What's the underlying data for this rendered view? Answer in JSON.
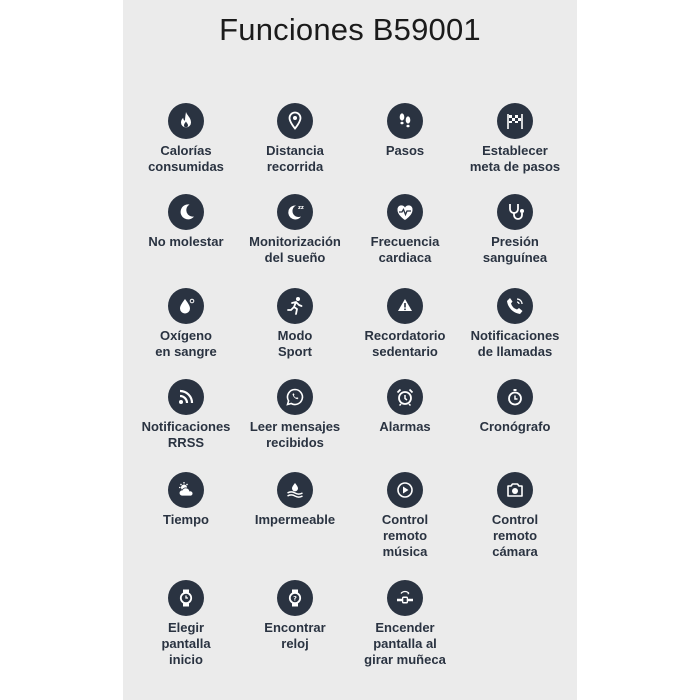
{
  "title": "Funciones B59001",
  "colors": {
    "icon_bg": "#2a3341",
    "text": "#2a3341",
    "panel": "#ebebeb"
  },
  "features": [
    {
      "label": "Calorías\nconsumidas",
      "icon": "flame-icon"
    },
    {
      "label": "Distancia\nrecorrida",
      "icon": "location-pin-icon"
    },
    {
      "label": "Pasos",
      "icon": "footprints-icon"
    },
    {
      "label": "Establecer\nmeta de pasos",
      "icon": "finish-flag-icon"
    },
    {
      "label": "No molestar",
      "icon": "moon-icon"
    },
    {
      "label": "Monitorización\ndel sueño",
      "icon": "sleep-moon-icon"
    },
    {
      "label": "Frecuencia\ncardiaca",
      "icon": "heart-pulse-icon"
    },
    {
      "label": "Presión\nsanguínea",
      "icon": "stethoscope-icon"
    },
    {
      "label": "Oxígeno\nen sangre",
      "icon": "blood-drop-icon"
    },
    {
      "label": "Modo\nSport",
      "icon": "runner-icon"
    },
    {
      "label": "Recordatorio\nsedentario",
      "icon": "sedentary-alert-icon"
    },
    {
      "label": "Notificaciones\nde llamadas",
      "icon": "phone-ringing-icon"
    },
    {
      "label": "Notificaciones\nRRSS",
      "icon": "rss-icon"
    },
    {
      "label": "Leer mensajes\nrecibidos",
      "icon": "whatsapp-icon"
    },
    {
      "label": "Alarmas",
      "icon": "alarm-clock-icon"
    },
    {
      "label": "Cronógrafo",
      "icon": "stopwatch-icon"
    },
    {
      "label": "Tiempo",
      "icon": "weather-icon"
    },
    {
      "label": "Impermeable",
      "icon": "water-wave-icon"
    },
    {
      "label": "Control\nremoto\nmúsica",
      "icon": "play-icon"
    },
    {
      "label": "Control\nremoto\ncámara",
      "icon": "camera-icon"
    },
    {
      "label": "Elegir\npantalla\ninicio",
      "icon": "watch-icon"
    },
    {
      "label": "Encontrar\nreloj",
      "icon": "find-watch-icon"
    },
    {
      "label": "Encender\npantalla al\ngirar muñeca",
      "icon": "wrist-raise-icon"
    }
  ]
}
